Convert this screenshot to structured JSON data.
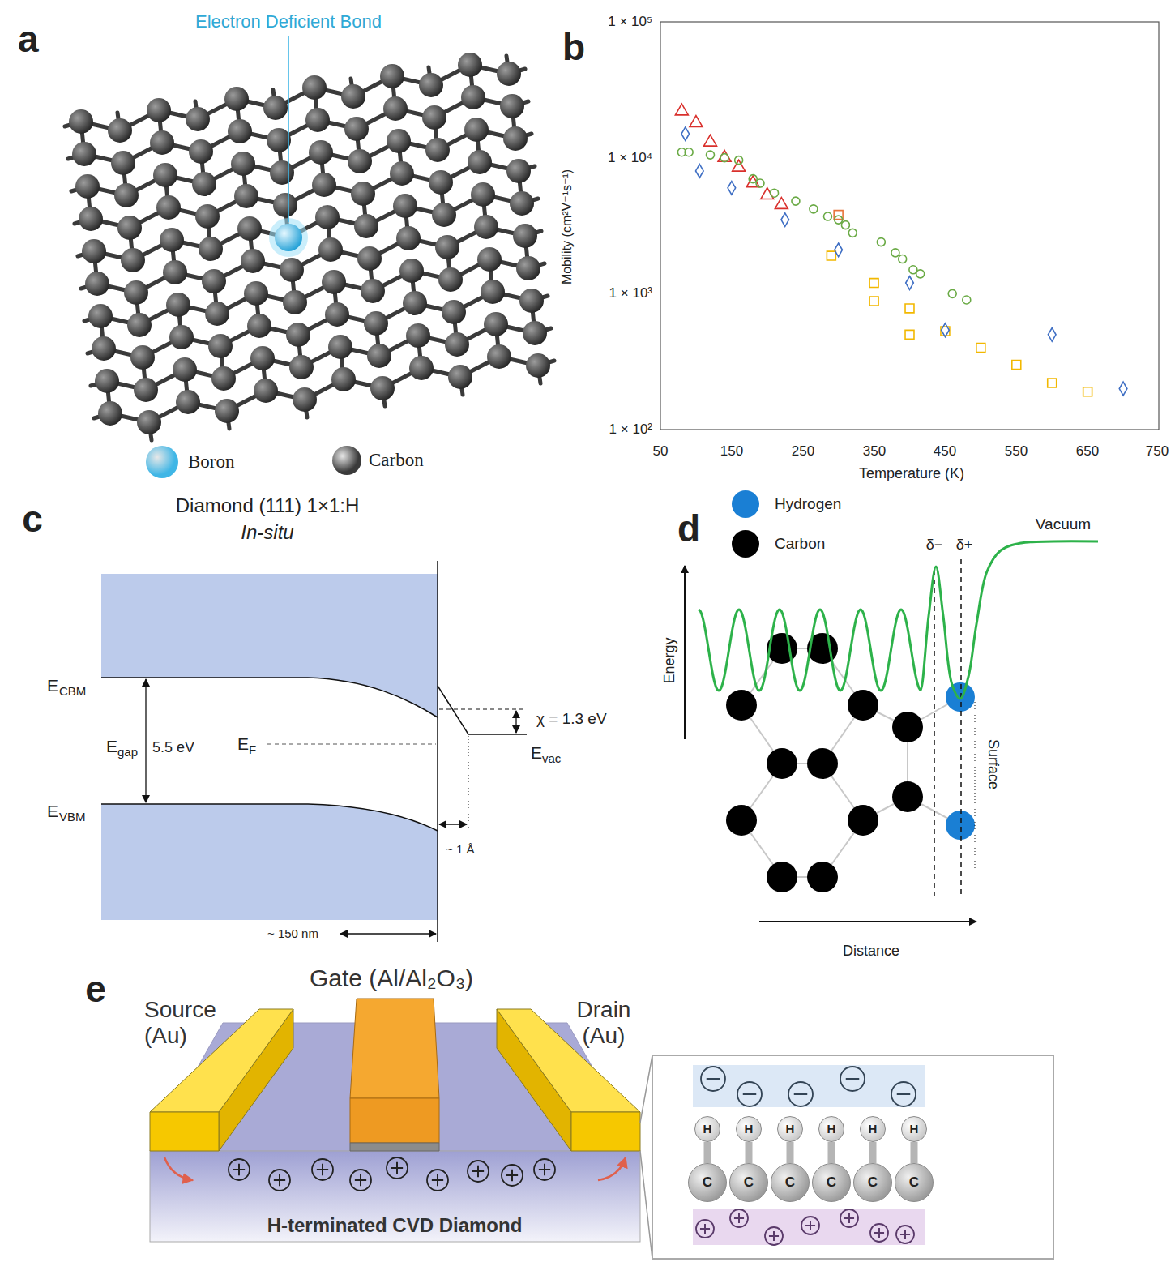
{
  "diagram": {
    "nodes": [
      {
        "text": [
          "H"
        ]
      },
      {
        "text": [
          "H"
        ]
      },
      {
        "text": [
          "H"
        ]
      },
      {
        "text": [
          "H"
        ]
      },
      {
        "text": [
          "H"
        ]
      },
      {
        "text": [
          "H"
        ]
      },
      {
        "text": [
          "C"
        ]
      },
      {
        "text": [
          "C"
        ]
      },
      {
        "text": [
          "C"
        ]
      },
      {
        "text": [
          "C"
        ]
      },
      {
        "text": [
          "C"
        ]
      },
      {
        "text": [
          "C"
        ]
      }
    ],
    "edges": [
      {
        "from": 0,
        "to": 6,
        "arrow": "none"
      },
      {
        "from": 1,
        "to": 7,
        "arrow": "none"
      },
      {
        "from": 2,
        "to": 8,
        "arrow": "none"
      },
      {
        "from": 3,
        "to": 9,
        "arrow": "none"
      },
      {
        "from": 4,
        "to": 10,
        "arrow": "none"
      },
      {
        "from": 5,
        "to": 11,
        "arrow": "none"
      }
    ],
    "labels": [
      "a",
      "Electron Deficient Bond",
      "b",
      "1 × 10⁵",
      "1 × 10⁴",
      "1 × 10³",
      "1 × 10²",
      "50",
      "150",
      "250",
      "350",
      "450",
      "550",
      "650",
      "750",
      "Mobility (cm²V⁻¹s⁻¹)",
      "Temperature (K)",
      "c",
      "Diamond (111) 1×1:H",
      "In-situ",
      "E",
      "CBM",
      "E",
      "gap",
      "5.5 eV",
      "E",
      "F",
      "E",
      "VBM",
      "χ = 1.3 eV",
      "E",
      "vac",
      "~ 1 Å",
      "~ 150 nm",
      "d",
      "δ−",
      "δ+",
      "Vacuum",
      "Energy",
      "Surface",
      "Distance",
      "e",
      "Gate (Al/Al₂O₃)",
      "Source (Au)",
      "Drain (Au)",
      "H-terminated CVD Diamond"
    ],
    "legend": [
      {
        "text": "Boron",
        "color": "#3fb6e6"
      },
      {
        "text": "Carbon",
        "color": "#3a3a3a"
      },
      {
        "text": "Hydrogen",
        "color": "#1a7fd4"
      },
      {
        "text": "Carbon",
        "color": "#000000"
      }
    ]
  }
}
